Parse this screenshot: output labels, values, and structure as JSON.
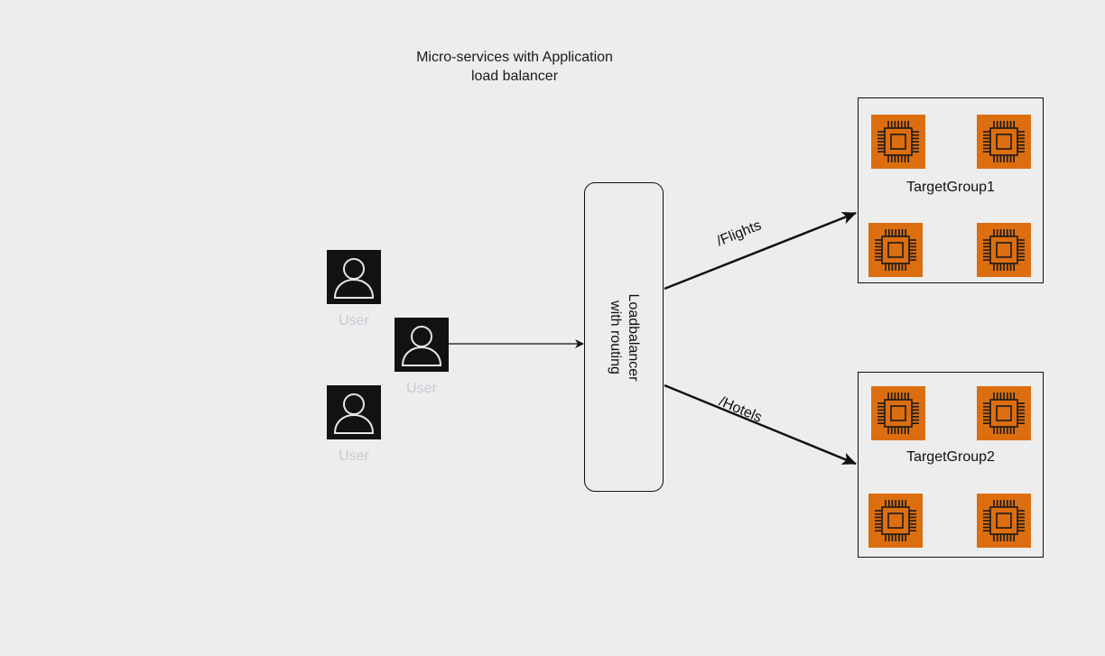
{
  "diagram": {
    "title": [
      "Micro-services with Application",
      "load balancer"
    ],
    "users": [
      {
        "label": "User",
        "icon": "user-icon"
      },
      {
        "label": "User",
        "icon": "user-icon"
      },
      {
        "label": "User",
        "icon": "user-icon"
      }
    ],
    "load_balancer": {
      "lines": [
        "Loadbalancer",
        "with routing"
      ]
    },
    "target_groups": [
      {
        "label": "TargetGroup1",
        "instances": 4,
        "icon": "ec2-instance-icon"
      },
      {
        "label": "TargetGroup2",
        "instances": 4,
        "icon": "ec2-instance-icon"
      }
    ],
    "edges": [
      {
        "from": "User",
        "to": "Loadbalancer with routing",
        "label": ""
      },
      {
        "from": "Loadbalancer with routing",
        "to": "TargetGroup1",
        "label": "/Flights"
      },
      {
        "from": "Loadbalancer with routing",
        "to": "TargetGroup2",
        "label": "/Hotels"
      }
    ],
    "colors": {
      "background": "#ededed",
      "user_fill": "#121212",
      "user_label": "#c6cbd4",
      "instance_fill": "#dd6e0f",
      "stroke": "#111111"
    }
  }
}
